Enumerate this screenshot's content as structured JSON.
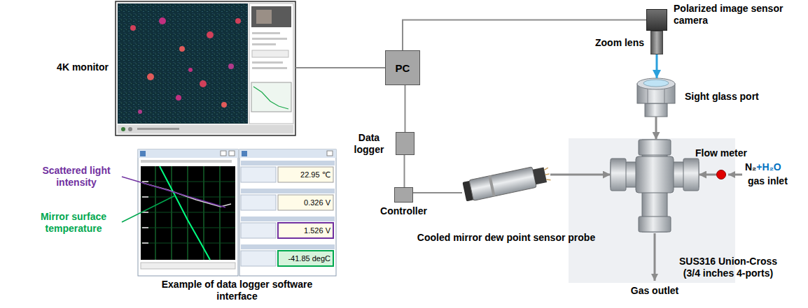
{
  "diagram": {
    "nodes": [
      {
        "text": [
          "4K monitor"
        ]
      },
      {
        "text": [
          "PC"
        ]
      },
      {
        "text": [
          "Polarized image sensor camera"
        ]
      },
      {
        "text": [
          "Zoom lens"
        ]
      },
      {
        "text": [
          "Sight glass port"
        ]
      },
      {
        "text": [
          "Data logger"
        ]
      },
      {
        "text": [
          "Flow meter"
        ]
      },
      {
        "text": [
          "Example of data logger software interface"
        ]
      },
      {
        "text": [
          "Controller"
        ]
      },
      {
        "text": [
          "Cooled mirror dew point sensor probe"
        ]
      },
      {
        "text": [
          "SUS316 Union-Cross (3/4 inches 4-ports)"
        ]
      }
    ],
    "edges": [
      {
        "from": 0,
        "to": 1,
        "arrow": "none"
      },
      {
        "from": 1,
        "to": 2,
        "arrow": "none"
      },
      {
        "from": 1,
        "to": 5,
        "arrow": "none"
      },
      {
        "from": 5,
        "to": 8,
        "arrow": "none"
      },
      {
        "from": 8,
        "to": 9,
        "arrow": "none"
      },
      {
        "from": 3,
        "to": 4,
        "arrow": "to"
      },
      {
        "from": 4,
        "to": 10,
        "arrow": "to"
      },
      {
        "from": 9,
        "to": 10,
        "arrow": "to"
      },
      {
        "from": 6,
        "to": 10,
        "arrow": "to"
      }
    ],
    "labels": [
      "Scattered light intensity",
      "Mirror surface temperature",
      "22.95 ℃",
      "0.326 V",
      "1.526 V",
      "-41.85 degC",
      "N₂",
      "+H₂O",
      "gas inlet",
      "Gas outlet"
    ]
  }
}
